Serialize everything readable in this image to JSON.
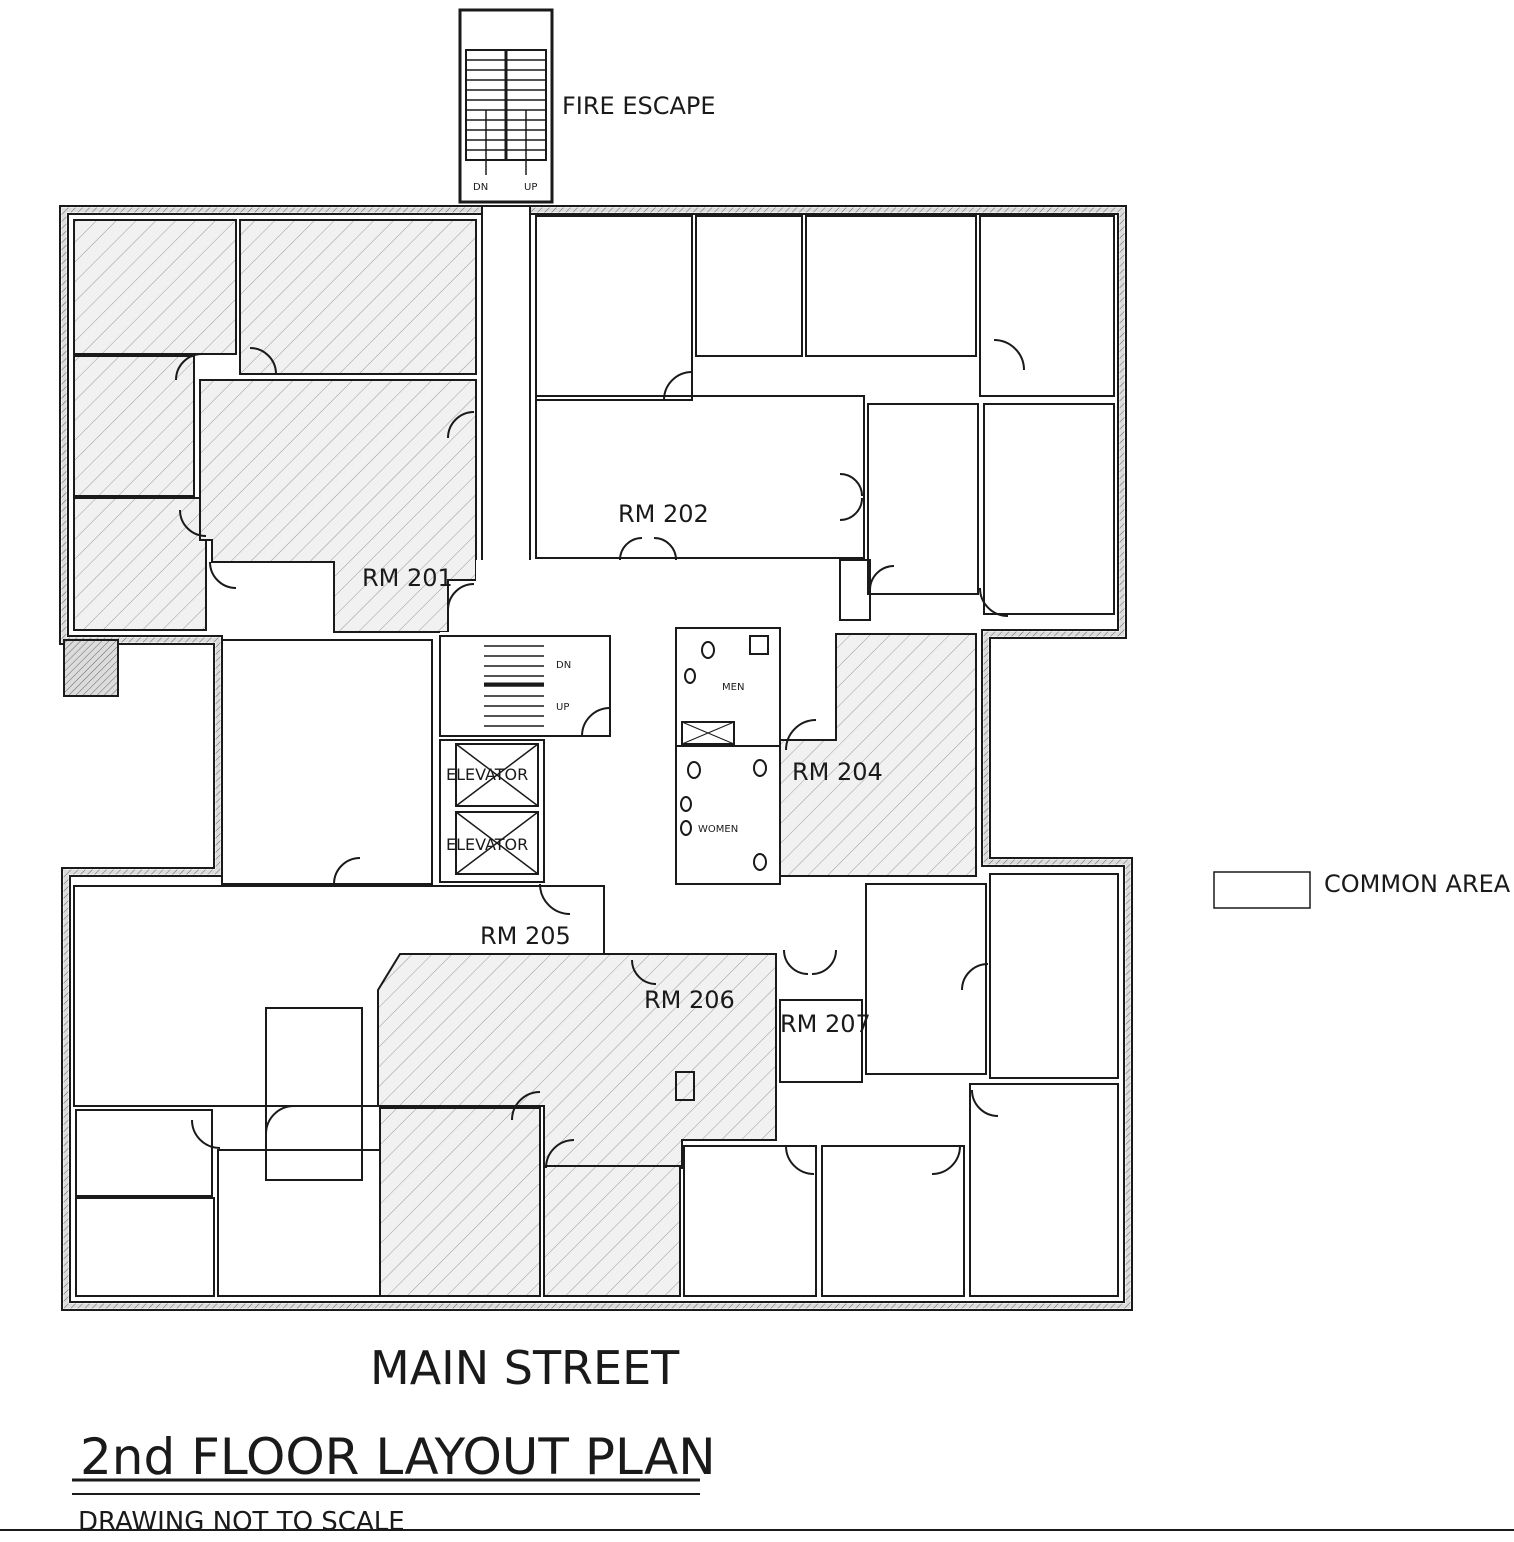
{
  "title": "2nd FLOOR LAYOUT PLAN",
  "subtitle": "DRAWING NOT TO SCALE",
  "street": "MAIN STREET",
  "fire_escape": {
    "label": "FIRE ESCAPE",
    "dn": "DN",
    "up": "UP"
  },
  "stair": {
    "dn": "DN",
    "up": "UP"
  },
  "legend": {
    "label": "COMMON AREA"
  },
  "elevators": [
    "ELEVATOR",
    "ELEVATOR"
  ],
  "restrooms": {
    "men": "MEN",
    "women": "WOMEN"
  },
  "rooms": {
    "rm201": "RM 201",
    "rm202": "RM 202",
    "rm204": "RM 204",
    "rm205": "RM 205",
    "rm206": "RM 206",
    "rm207": "RM 207"
  }
}
